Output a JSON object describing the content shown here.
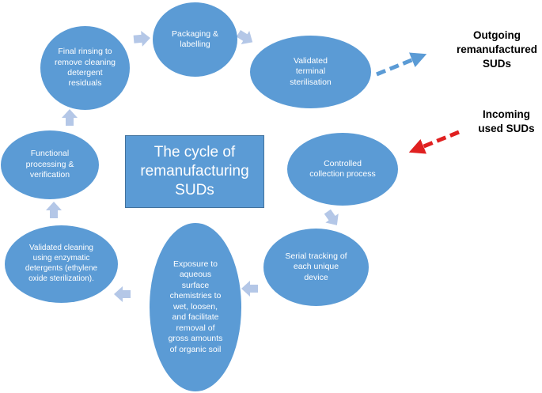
{
  "title": "The cycle of\nremanufacturing\nSUDs",
  "nodes": {
    "packaging": "Packaging &\nlabelling",
    "sterilisation": "Validated\nterminal\nsterilisation",
    "collection": "Controlled\ncollection process",
    "tracking": "Serial tracking of\neach unique\ndevice",
    "exposure": "Exposure to\naqueous\nsurface\nchemistries to\nwet,  loosen,\nand facilitate\nremoval of\ngross amounts\nof organic soil",
    "cleaning": "Validated cleaning\nusing enzymatic\ndetergents (ethylene\noxide sterilization).",
    "functional": "Functional\nprocessing &\nverification",
    "rinsing": "Final rinsing to\nremove cleaning\ndetergent\nresiduals"
  },
  "labels": {
    "outgoing": "Outgoing\nremanufactured\nSUDs",
    "incoming": "Incoming\nused SUDs"
  },
  "colors": {
    "node_fill": "#5b9bd5",
    "node_text": "#ffffff",
    "cycle_arrow": "#b4c7e7",
    "outgoing_arrow": "#5b9bd5",
    "incoming_arrow": "#e02020"
  }
}
